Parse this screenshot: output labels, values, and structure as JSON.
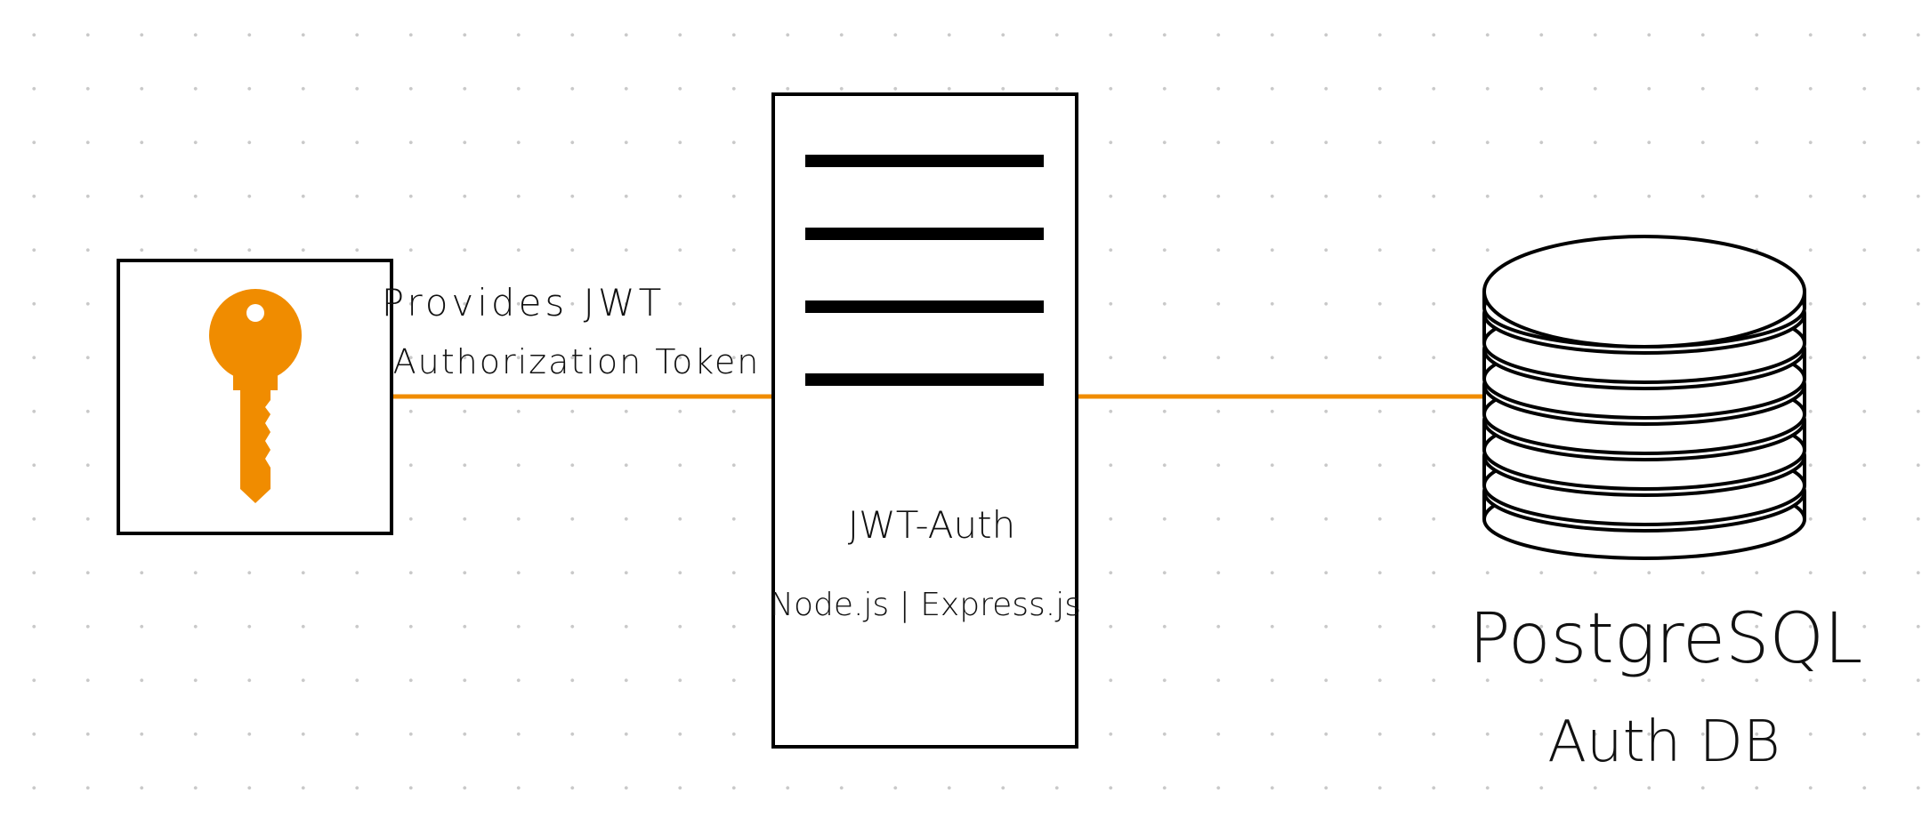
{
  "colors": {
    "accent": "#f08c00",
    "stroke": "#000000",
    "background": "#ffffff",
    "grid_dot": "#c9c9c9"
  },
  "nodes": {
    "key": {
      "icon": "key-icon"
    },
    "server": {
      "icon": "server-icon",
      "title": "JWT-Auth",
      "subtitle": "Node.js | Express.js"
    },
    "database": {
      "icon": "database-icon",
      "line1": "PostgreSQL",
      "line2": "Auth DB"
    }
  },
  "edges": {
    "key_to_server": {
      "label_line1": "Provides JWT",
      "label_line2": "Authorization Token"
    },
    "server_to_database": {}
  }
}
